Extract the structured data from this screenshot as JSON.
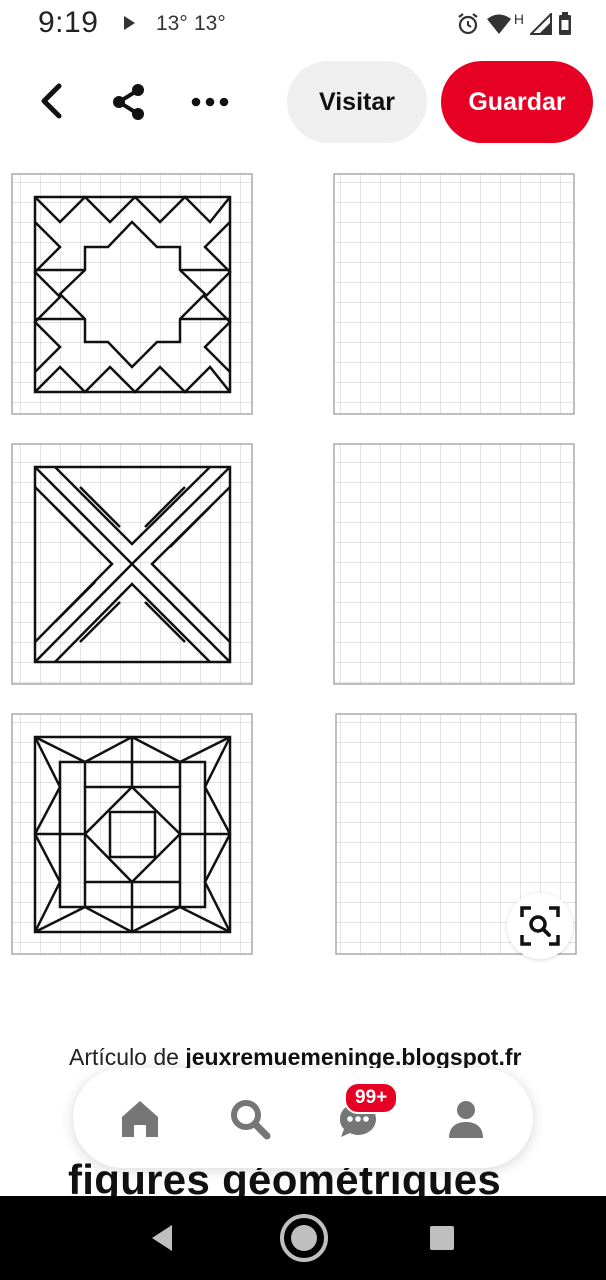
{
  "status_bar": {
    "time": "9:19",
    "temp_1": "13°",
    "temp_2": "13°",
    "network_label": "H"
  },
  "toolbar": {
    "visit_label": "Visitar",
    "save_label": "Guardar"
  },
  "pin": {
    "source_prefix": "Artículo de",
    "source_domain": "jeuxremuemeninge.blogspot.fr",
    "title": "figures géométriques"
  },
  "bottom_nav": {
    "badge_count": "99+"
  },
  "colors": {
    "accent": "#e60023",
    "visit_bg": "#efefef",
    "grid_line": "#c8c8c8"
  },
  "icons": {
    "back": "chevron-left-icon",
    "share": "share-icon",
    "more": "more-horizontal-icon",
    "lens": "visual-search-icon",
    "home": "home-icon",
    "search": "search-icon",
    "messages": "chat-icon",
    "profile": "profile-icon"
  }
}
